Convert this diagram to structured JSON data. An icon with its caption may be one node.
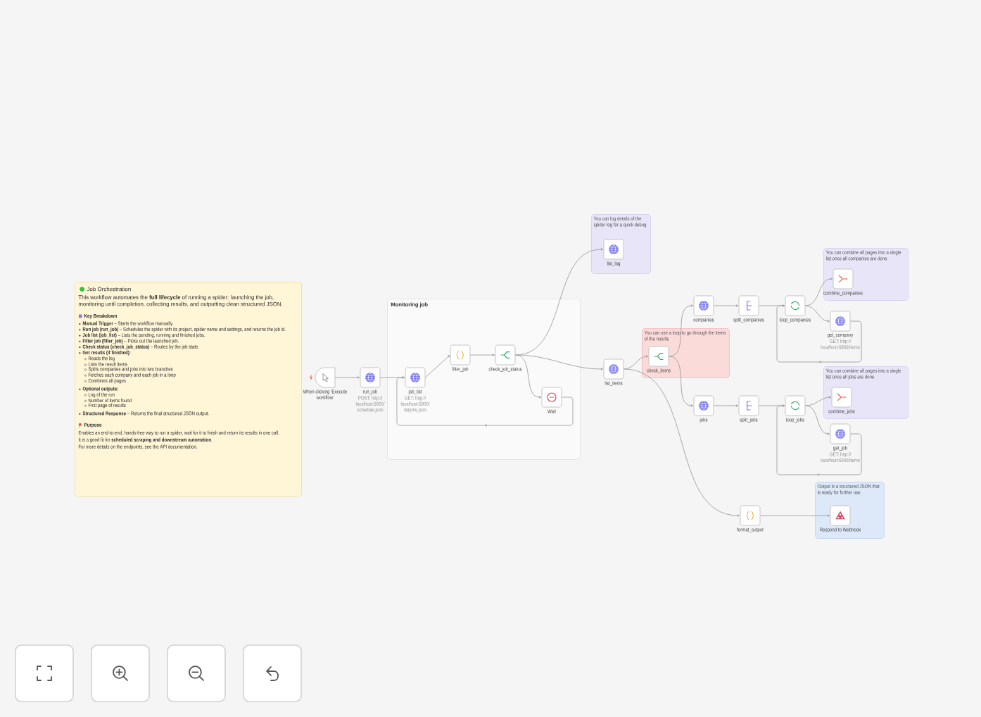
{
  "diagram": {
    "nodes": [
      {
        "text": [
          "Job Orchestration",
          "This workflow automates the **full lifecycle** of running a spider: launching the job, monitoring until completion, collecting results, and outputting clean structured JSON.",
          "Key Breakdown",
          "**Manual Trigger** – Starts the workflow manually.",
          "**Run job (run_job)** – Schedules the spider with its project, spider name and settings, and returns the job id.",
          "**Job list (job_list)** – Lists the pending, running and finished jobs.",
          "**Filter job (filter_job)** – Picks out the launched job.",
          "**Check status (check_job_status)** – Routes by the job state.",
          "**Get results (if finished):**",
          "Reads the log",
          "Lists the result items",
          "Splits companies and jobs into two branches",
          "Fetches each company and each job in a loop",
          "Combines all pages",
          "**Optional outputs:**",
          "Log of the run",
          "Number of items found",
          "First page of results",
          "**Structured Response** – Returns the final structured JSON output.",
          "Purpose",
          "Enables an end-to-end, hands-free way to run a spider, wait for it to finish and return its results in one call.",
          "It is a good fit for **scheduled scraping and downstream automation**.",
          "For more details on the endpoints, see the API documentation."
        ]
      },
      {
        "text": [
          "Monitoring job"
        ]
      },
      {
        "text": [
          "You can log details of the spider log for a quick debug"
        ]
      },
      {
        "text": [
          "You can use a loop to go through the items of the results"
        ]
      },
      {
        "text": [
          "You can combine all pages into a single list once all companies are done"
        ]
      },
      {
        "text": [
          "You can combine all pages into a single list once all jobs are done"
        ]
      },
      {
        "text": [
          "Output is a structured JSON that is ready for further use"
        ]
      },
      {
        "text": [
          "When clicking ‘Execute workflow’"
        ]
      },
      {
        "text": [
          "run_job",
          "POST: http://localhost:6800/schedule.json"
        ]
      },
      {
        "text": [
          "job_list",
          "GET: http://localhost:6800/listjobs.json"
        ],
        "in": 1
      },
      {
        "text": [
          "filter_job"
        ],
        "in": 1
      },
      {
        "text": [
          "check_job_status"
        ],
        "in": 1
      },
      {
        "text": [
          "Wait"
        ],
        "in": 1
      },
      {
        "text": [
          "list_log"
        ],
        "in": 2
      },
      {
        "text": [
          "list_items"
        ]
      },
      {
        "text": [
          "check_items"
        ],
        "in": 3
      },
      {
        "text": [
          "companies"
        ]
      },
      {
        "text": [
          "split_companies"
        ]
      },
      {
        "text": [
          "loop_companies"
        ]
      },
      {
        "text": [
          "combine_companies"
        ],
        "in": 4
      },
      {
        "text": [
          "get_company",
          "GET: http://localhost:6800/items"
        ]
      },
      {
        "text": [
          "jobs"
        ]
      },
      {
        "text": [
          "split_jobs"
        ]
      },
      {
        "text": [
          "loop_jobs"
        ]
      },
      {
        "text": [
          "combine_jobs"
        ],
        "in": 5
      },
      {
        "text": [
          "get_job",
          "GET: http://localhost:6800/items"
        ]
      },
      {
        "text": [
          "format_output"
        ]
      },
      {
        "text": [
          "Respond to Webhook"
        ],
        "in": 6
      }
    ],
    "edges": [
      {
        "from": 7,
        "to": 8,
        "arrow": "to"
      },
      {
        "from": 8,
        "to": 9,
        "arrow": "to"
      },
      {
        "from": 9,
        "to": 10,
        "arrow": "to"
      },
      {
        "from": 10,
        "to": 11,
        "arrow": "to"
      },
      {
        "from": 11,
        "to": 13,
        "arrow": "to"
      },
      {
        "from": 11,
        "to": 14,
        "arrow": "to"
      },
      {
        "from": 11,
        "to": 12,
        "arrow": "to"
      },
      {
        "from": 12,
        "to": 9,
        "arrow": "to"
      },
      {
        "from": 14,
        "to": 15,
        "arrow": "to"
      },
      {
        "from": 14,
        "to": 26,
        "arrow": "to"
      },
      {
        "from": 15,
        "to": 16,
        "arrow": "to"
      },
      {
        "from": 15,
        "to": 21,
        "arrow": "to"
      },
      {
        "from": 16,
        "to": 17,
        "arrow": "to"
      },
      {
        "from": 17,
        "to": 18,
        "arrow": "to"
      },
      {
        "from": 18,
        "to": 19,
        "arrow": "to"
      },
      {
        "from": 18,
        "to": 20,
        "arrow": "to"
      },
      {
        "from": 20,
        "to": 18,
        "arrow": "to"
      },
      {
        "from": 21,
        "to": 22,
        "arrow": "to"
      },
      {
        "from": 22,
        "to": 23,
        "arrow": "to"
      },
      {
        "from": 23,
        "to": 24,
        "arrow": "to"
      },
      {
        "from": 23,
        "to": 25,
        "arrow": "to"
      },
      {
        "from": 25,
        "to": 23,
        "arrow": "to"
      },
      {
        "from": 26,
        "to": 27,
        "arrow": "to"
      }
    ]
  }
}
